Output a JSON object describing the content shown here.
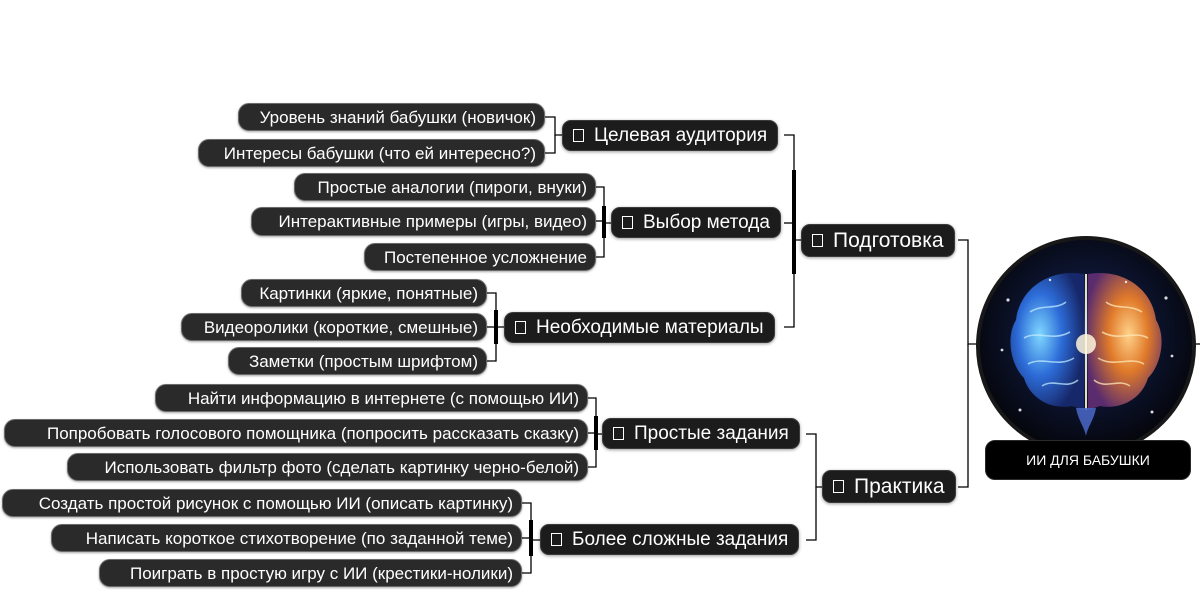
{
  "central": {
    "title": "ИИ ДЛЯ БАБУШКИ",
    "image": "brain-illustration"
  },
  "branches": [
    {
      "label": "Подготовка",
      "groups": [
        {
          "label": "Целевая аудитория",
          "items": [
            "Уровень знаний бабушки (новичок)",
            "Интересы бабушки (что ей интересно?)"
          ]
        },
        {
          "label": "Выбор метода",
          "items": [
            "Простые аналогии (пироги, внуки)",
            "Интерактивные примеры (игры, видео)",
            "Постепенное усложнение"
          ]
        },
        {
          "label": "Необходимые материалы",
          "items": [
            "Картинки (яркие, понятные)",
            "Видеоролики (короткие, смешные)",
            "Заметки (простым шрифтом)"
          ]
        }
      ]
    },
    {
      "label": "Практика",
      "groups": [
        {
          "label": "Простые задания",
          "items": [
            "Найти информацию в интернете (с помощью ИИ)",
            "Попробовать голосового помощника (попросить рассказать сказку)",
            "Использовать фильтр фото (сделать картинку черно-белой)"
          ]
        },
        {
          "label": "Более сложные задания",
          "items": [
            "Создать простой рисунок с помощью ИИ (описать картинку)",
            "Написать короткое стихотворение (по заданной теме)",
            "Поиграть в простую игру с ИИ (крестики-нолики)"
          ]
        }
      ]
    }
  ],
  "colors": {
    "node_bg": "#1c1c1c",
    "leaf_bg": "#2a2a2a",
    "connector": "#000000",
    "text": "#ffffff"
  }
}
